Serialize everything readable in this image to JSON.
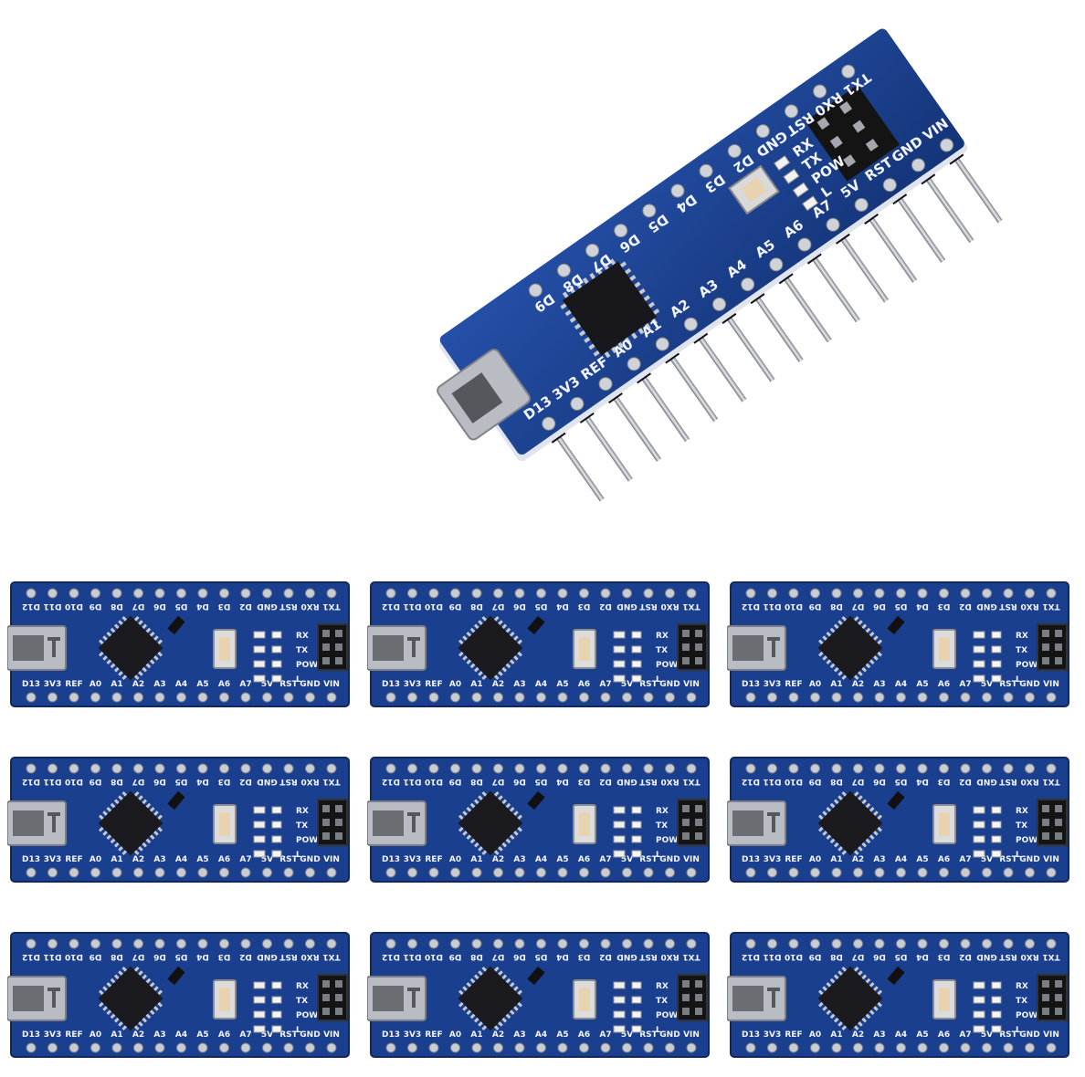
{
  "board": {
    "top_pins": [
      "D12",
      "D11",
      "D10",
      "D9",
      "D8",
      "D7",
      "D6",
      "D5",
      "D4",
      "D3",
      "D2",
      "GND",
      "RST",
      "RX0",
      "TX1"
    ],
    "bottom_pins": [
      "D13",
      "3V3",
      "REF",
      "A0",
      "A1",
      "A2",
      "A3",
      "A4",
      "A5",
      "A6",
      "A7",
      "5V",
      "RST",
      "GND",
      "VIN"
    ],
    "leds": [
      "RX",
      "TX",
      "POW",
      "L"
    ],
    "colors": {
      "pcb": "#1b3f8f",
      "pcb_dark": "#10285f",
      "pad": "#c9ccd3",
      "chip": "#1a1a1f",
      "usb": "#b9bcc2",
      "button": "#e9d2b0",
      "header": "#141414"
    }
  },
  "hero": {
    "top_row": [
      "TX1",
      "RX0",
      "RST",
      "GND",
      "D2",
      "D3",
      "D4",
      "D5",
      "D6",
      "D7",
      "D8",
      "D9"
    ],
    "bottom_row": [
      "D13",
      "3V3",
      "REF",
      "A0",
      "A1",
      "A2",
      "A3",
      "A4",
      "A5",
      "A6",
      "A7",
      "5V",
      "RST",
      "GND",
      "VIN"
    ],
    "leds": [
      "RX",
      "TX",
      "POW",
      "L"
    ]
  },
  "grid": {
    "rows": 3,
    "cols": 3
  }
}
